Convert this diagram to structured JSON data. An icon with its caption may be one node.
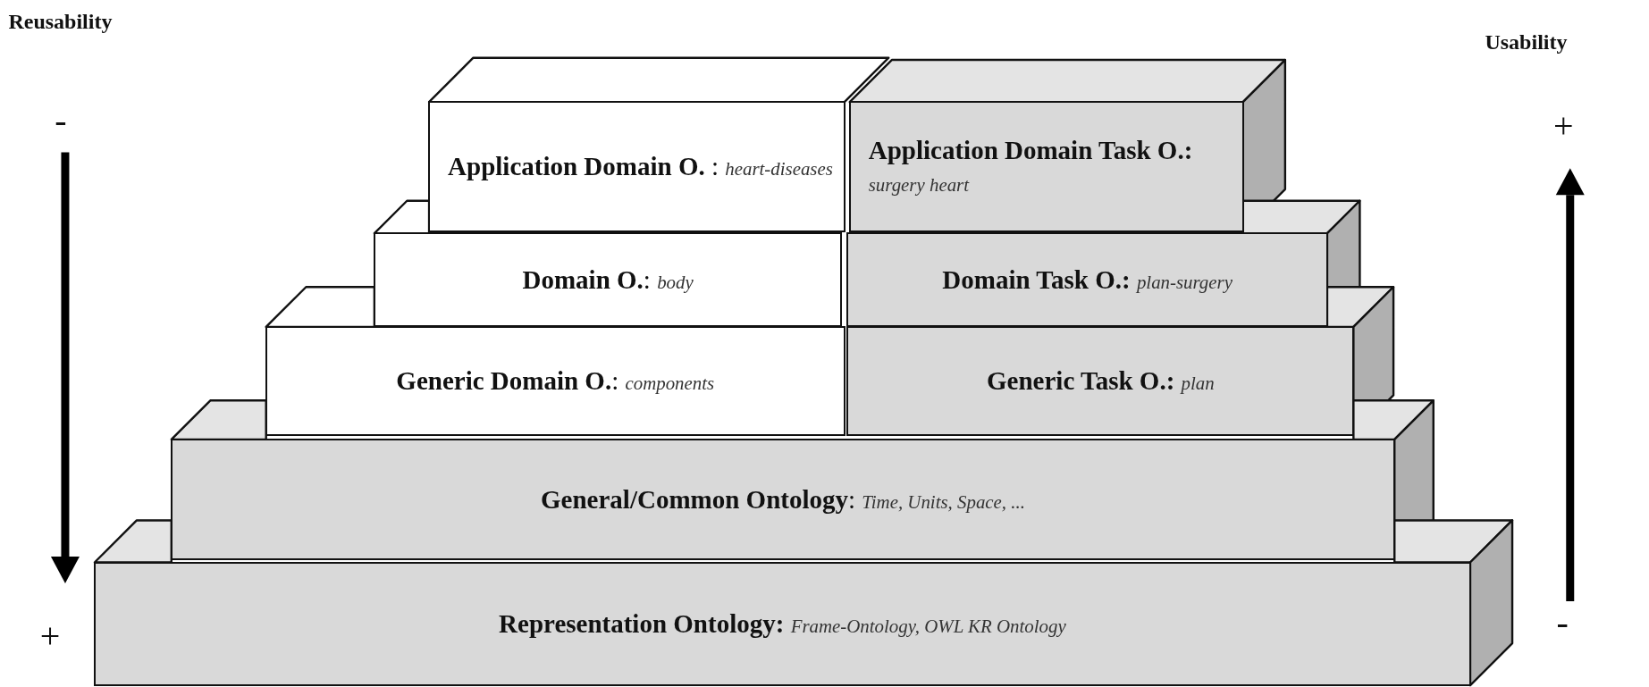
{
  "diagram": {
    "nodes": [
      {
        "text": [
          "**Application Domain O.** : *heart-diseases*"
        ]
      },
      {
        "text": [
          "**Application Domain Task O.:** *surgery heart*"
        ]
      },
      {
        "text": [
          "**Domain O.**: *body*"
        ]
      },
      {
        "text": [
          "**Domain Task O.:** *plan-surgery*"
        ]
      },
      {
        "text": [
          "**Generic Domain O.**: *components*"
        ]
      },
      {
        "text": [
          "**Generic Task O.:** *plan*"
        ]
      },
      {
        "text": [
          "**General/Common Ontology**: *Time, Units, Space, ...*"
        ]
      },
      {
        "text": [
          "**Representation Ontology:** *Frame-Ontology, OWL KR Ontology*"
        ]
      }
    ],
    "labels": [
      "Reusability",
      "-",
      "+",
      "Usability",
      "+",
      "-"
    ]
  }
}
